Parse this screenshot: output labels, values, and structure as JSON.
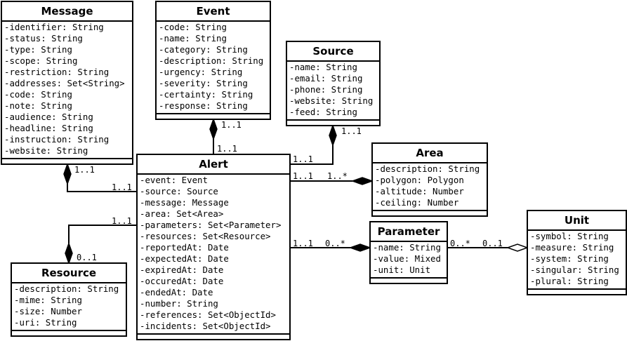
{
  "classes": {
    "message": {
      "name": "Message",
      "attributes": [
        "-identifier: String",
        "-status: String",
        "-type: String",
        "-scope: String",
        "-restriction: String",
        "-addresses: Set<String>",
        "-code: String",
        "-note: String",
        "-audience: String",
        "-headline: String",
        "-instruction: String",
        "-website: String"
      ]
    },
    "event": {
      "name": "Event",
      "attributes": [
        "-code: String",
        "-name: String",
        "-category: String",
        "-description: String",
        "-urgency: String",
        "-severity: String",
        "-certainty: String",
        "-response: String"
      ]
    },
    "source": {
      "name": "Source",
      "attributes": [
        "-name: String",
        "-email: String",
        "-phone: String",
        "-website: String",
        "-feed: String"
      ]
    },
    "alert": {
      "name": "Alert",
      "attributes": [
        "-event: Event",
        "-source: Source",
        "-message: Message",
        "-area: Set<Area>",
        "-parameters: Set<Parameter>",
        "-resources: Set<Resource>",
        "-reportedAt: Date",
        "-expectedAt: Date",
        "-expiredAt: Date",
        "-occuredAt: Date",
        "-endedAt: Date",
        "-number: String",
        "-references: Set<ObjectId>",
        "-incidents: Set<ObjectId>"
      ]
    },
    "area": {
      "name": "Area",
      "attributes": [
        "-description: String",
        "-polygon: Polygon",
        "-altitude: Number",
        "-ceiling: Number"
      ]
    },
    "parameter": {
      "name": "Parameter",
      "attributes": [
        "-name: String",
        "-value: Mixed",
        "-unit: Unit"
      ]
    },
    "unit": {
      "name": "Unit",
      "attributes": [
        "-symbol: String",
        "-measure: String",
        "-system: String",
        "-singular: String",
        "-plural: String"
      ]
    }
  },
  "multiplicities": {
    "message_end": "1..1",
    "alert_message_end": "1..1",
    "event_end": "1..1",
    "alert_event_end": "1..1",
    "source_end": "1..1",
    "alert_source_end": "1..1",
    "alert_area_end": "1..1",
    "area_end": "1..*",
    "alert_resource_end": "1..1",
    "resource_end": "0..1",
    "alert_parameter_end": "1..1",
    "parameter_end": "0..*",
    "parameter_unit_end": "0..*",
    "unit_end": "0..1"
  },
  "resource": {
    "name": "Resource",
    "attributes": [
      "-description: String",
      "-mime: String",
      "-size: Number",
      "-uri: String"
    ]
  }
}
